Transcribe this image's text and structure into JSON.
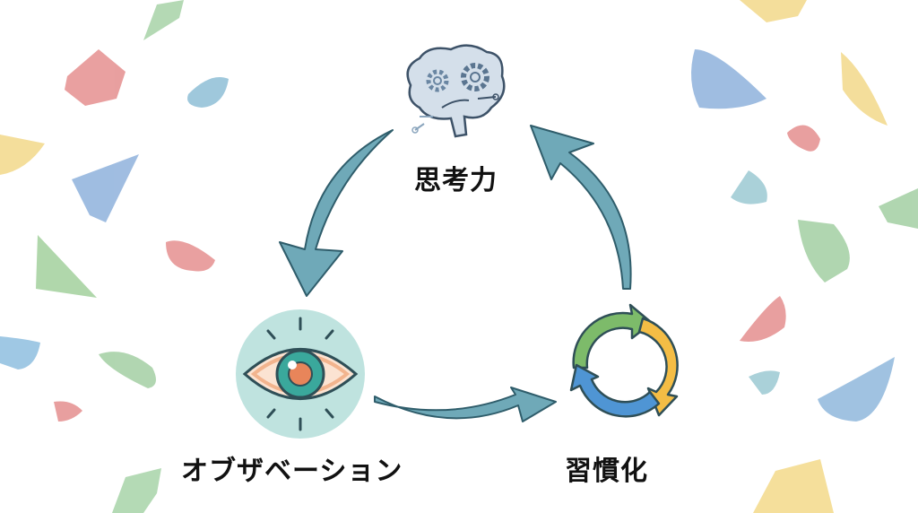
{
  "diagram": {
    "type": "cycle",
    "nodes": [
      {
        "id": "thinking",
        "label": "思考力",
        "icon": "brain-gears-icon"
      },
      {
        "id": "observation",
        "label": "オブザベーション",
        "icon": "eye-icon"
      },
      {
        "id": "habit",
        "label": "習慣化",
        "icon": "recycle-arrows-icon"
      }
    ],
    "edges": [
      {
        "from": "thinking",
        "to": "observation"
      },
      {
        "from": "observation",
        "to": "habit"
      },
      {
        "from": "habit",
        "to": "thinking"
      }
    ],
    "colors": {
      "arrow": "#6fa9b8",
      "arrow_stroke": "#2f5d6b",
      "eye_bg": "#bfe3df",
      "iris": "#3aa89c",
      "pupil": "#e8855a",
      "cycle_green": "#7dbb6a",
      "cycle_yellow": "#f4bd45",
      "cycle_blue": "#4f95d4",
      "brain": "#c9d6e3"
    }
  },
  "background": {
    "decoration": "climbing-holds",
    "hold_colors": [
      "#e58f8f",
      "#8fb7dc",
      "#9fcfa0",
      "#f3d98a",
      "#9cc9d3"
    ]
  }
}
